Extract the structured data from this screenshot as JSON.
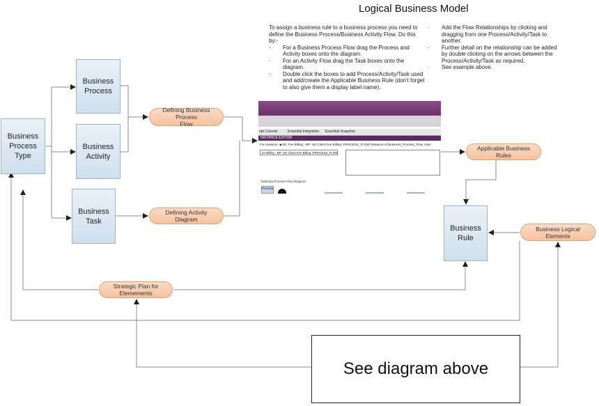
{
  "title": "Logical Business Model",
  "boxes": {
    "process_type": "Business\nProcess\nType",
    "process": "Business\nProcess",
    "activity": "Business\nActivity",
    "task": "Business\nTask",
    "rule": "Business\nRule"
  },
  "pills": {
    "defining_bpf": "Defining Business Process\nFlow",
    "defining_activity": "Defining Activity Diagram",
    "applicable_rules": "Applicable Business Rules",
    "logical_elements": "Business Logical Elements",
    "strategic_plan": "Strategic Plan for Elemements"
  },
  "instructions_left": {
    "intro": "To assign a business rule to a business process you need to define the Business Process/Business Activity Flow. Do this by:-",
    "bullets": [
      "For a Business Process Flow drag the Process and Activity boxes onto the diagram.",
      "For an Activity Flow drag the Task boxes onto the diagram.",
      "Double click the boxes to add Process/Activity/Task used and add/create the Applicable Business Rule (don't forget to also give them a display label name)."
    ]
  },
  "instructions_right": {
    "bullets": [
      "Add the Flow Relationships by clicking and dragging from one Process/Activity/Task to another.",
      "Further detail on the relationship can be added by double clicking on the arrows between the Process/Activity/Task as required.",
      "See example above."
    ]
  },
  "screenshot": {
    "tab1": "ript Console",
    "tab2": "Essential Integration",
    "tab3": "Essential Snapshot",
    "editor": "INSTANCE EDITOR",
    "row": "For Instance:   ◆  BC Fee Billing - BP: UK Client Fee Billing::PROCESS_FLOW    (instance of Business_Process_Flow, inter",
    "field": "ee Billing - BP: UK Client Fee Billing::PROCESS_FLOW",
    "subtitle": "Defining Process Flow Diagram",
    "icon_label": "Process"
  },
  "see_diagram": "See diagram above",
  "colors": {
    "box": "#dbe7f2",
    "pill": "#f8ceb0",
    "line": "#8a8a8a"
  }
}
